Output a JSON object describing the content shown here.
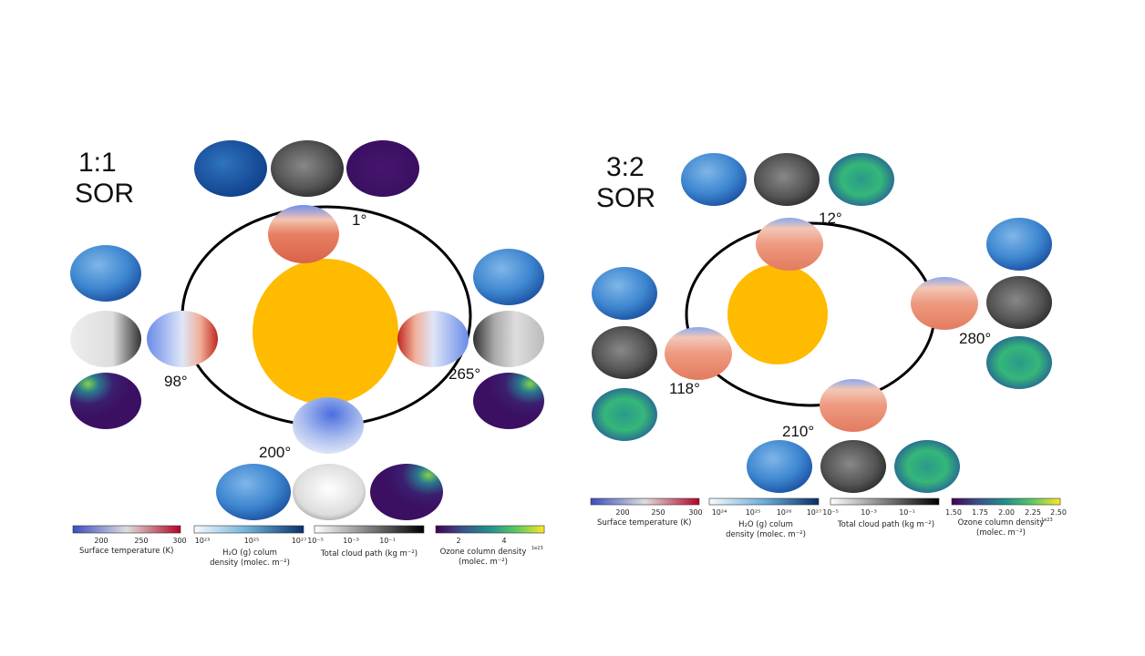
{
  "panels": [
    {
      "title_line1": "1:1",
      "title_line2": "SOR",
      "orbit_labels": [
        "1°",
        "98°",
        "265°",
        "200°"
      ],
      "colorbars": [
        {
          "ticks": [
            "200",
            "250",
            "300"
          ],
          "label1": "Surface temperature (K)",
          "label2": ""
        },
        {
          "ticks": [
            "10²³",
            "10²⁵",
            "10²⁷"
          ],
          "label1": "H₂O (g) colum",
          "label2": "density (molec. m⁻²)"
        },
        {
          "ticks": [
            "10⁻⁵",
            "10⁻³",
            "10⁻¹"
          ],
          "label1": "Total cloud path (kg m⁻²)",
          "label2": ""
        },
        {
          "ticks": [
            "2",
            "4"
          ],
          "offset": "1e23",
          "label1": "Ozone column density",
          "label2": "(molec. m⁻²)"
        }
      ]
    },
    {
      "title_line1": "3:2",
      "title_line2": "SOR",
      "orbit_labels": [
        "12°",
        "280°",
        "118°",
        "210°"
      ],
      "colorbars": [
        {
          "ticks": [
            "200",
            "250",
            "300"
          ],
          "label1": "Surface temperature (K)",
          "label2": ""
        },
        {
          "ticks": [
            "10²⁴",
            "10²⁵",
            "10²⁶",
            "10²⁷"
          ],
          "label1": "H₂O (g) colum",
          "label2": "density (molec. m⁻²)"
        },
        {
          "ticks": [
            "10⁻⁵",
            "10⁻³",
            "10⁻¹"
          ],
          "label1": "Total cloud path (kg m⁻²)",
          "label2": ""
        },
        {
          "ticks": [
            "1.50",
            "1.75",
            "2.00",
            "2.25",
            "2.50"
          ],
          "offset": "1e23",
          "label1": "Ozone column density",
          "label2": "(molec. m⁻²)"
        }
      ]
    }
  ],
  "colors": {
    "sun": "#FFBB00",
    "orbit": "#000000"
  }
}
